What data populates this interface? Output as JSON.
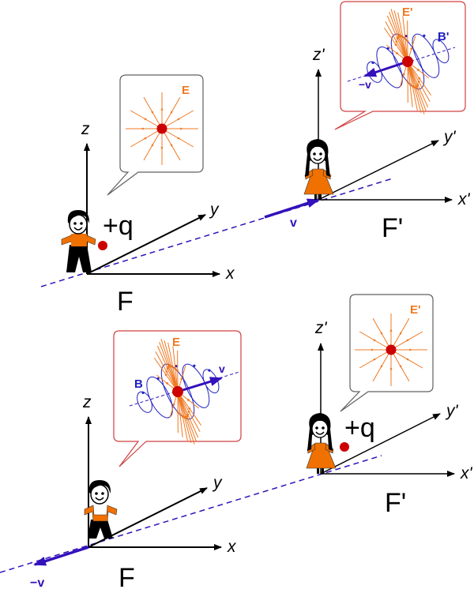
{
  "colors": {
    "axis": "#000000",
    "field_e": "#f07820",
    "field_b": "#2020c0",
    "velocity": "#3311bb",
    "charge": "#cc0000",
    "bubble_gray": "#606060",
    "bubble_red": "#d04040",
    "shirt": "#f07000"
  },
  "top_scene": {
    "frame_F": {
      "label": "F",
      "axes": {
        "x": "x",
        "y": "y",
        "z": "z"
      }
    },
    "frame_Fp": {
      "label": "F'",
      "axes": {
        "x": "x'",
        "y": "y'",
        "z": "z'"
      }
    },
    "charge_label": "+q",
    "velocity_label": "v",
    "bubble_F": {
      "field_label": "E"
    },
    "bubble_Fp": {
      "e_label": "E'",
      "b_label": "B'",
      "velocity_label": "−v"
    }
  },
  "bottom_scene": {
    "frame_F": {
      "label": "F",
      "axes": {
        "x": "x",
        "y": "y",
        "z": "z"
      }
    },
    "frame_Fp": {
      "label": "F'",
      "axes": {
        "x": "x'",
        "y": "y'",
        "z": "z'"
      }
    },
    "charge_label": "+q",
    "velocity_label": "−v",
    "bubble_F": {
      "e_label": "E",
      "b_label": "B",
      "velocity_label": "v"
    },
    "bubble_Fp": {
      "field_label": "E'"
    }
  }
}
